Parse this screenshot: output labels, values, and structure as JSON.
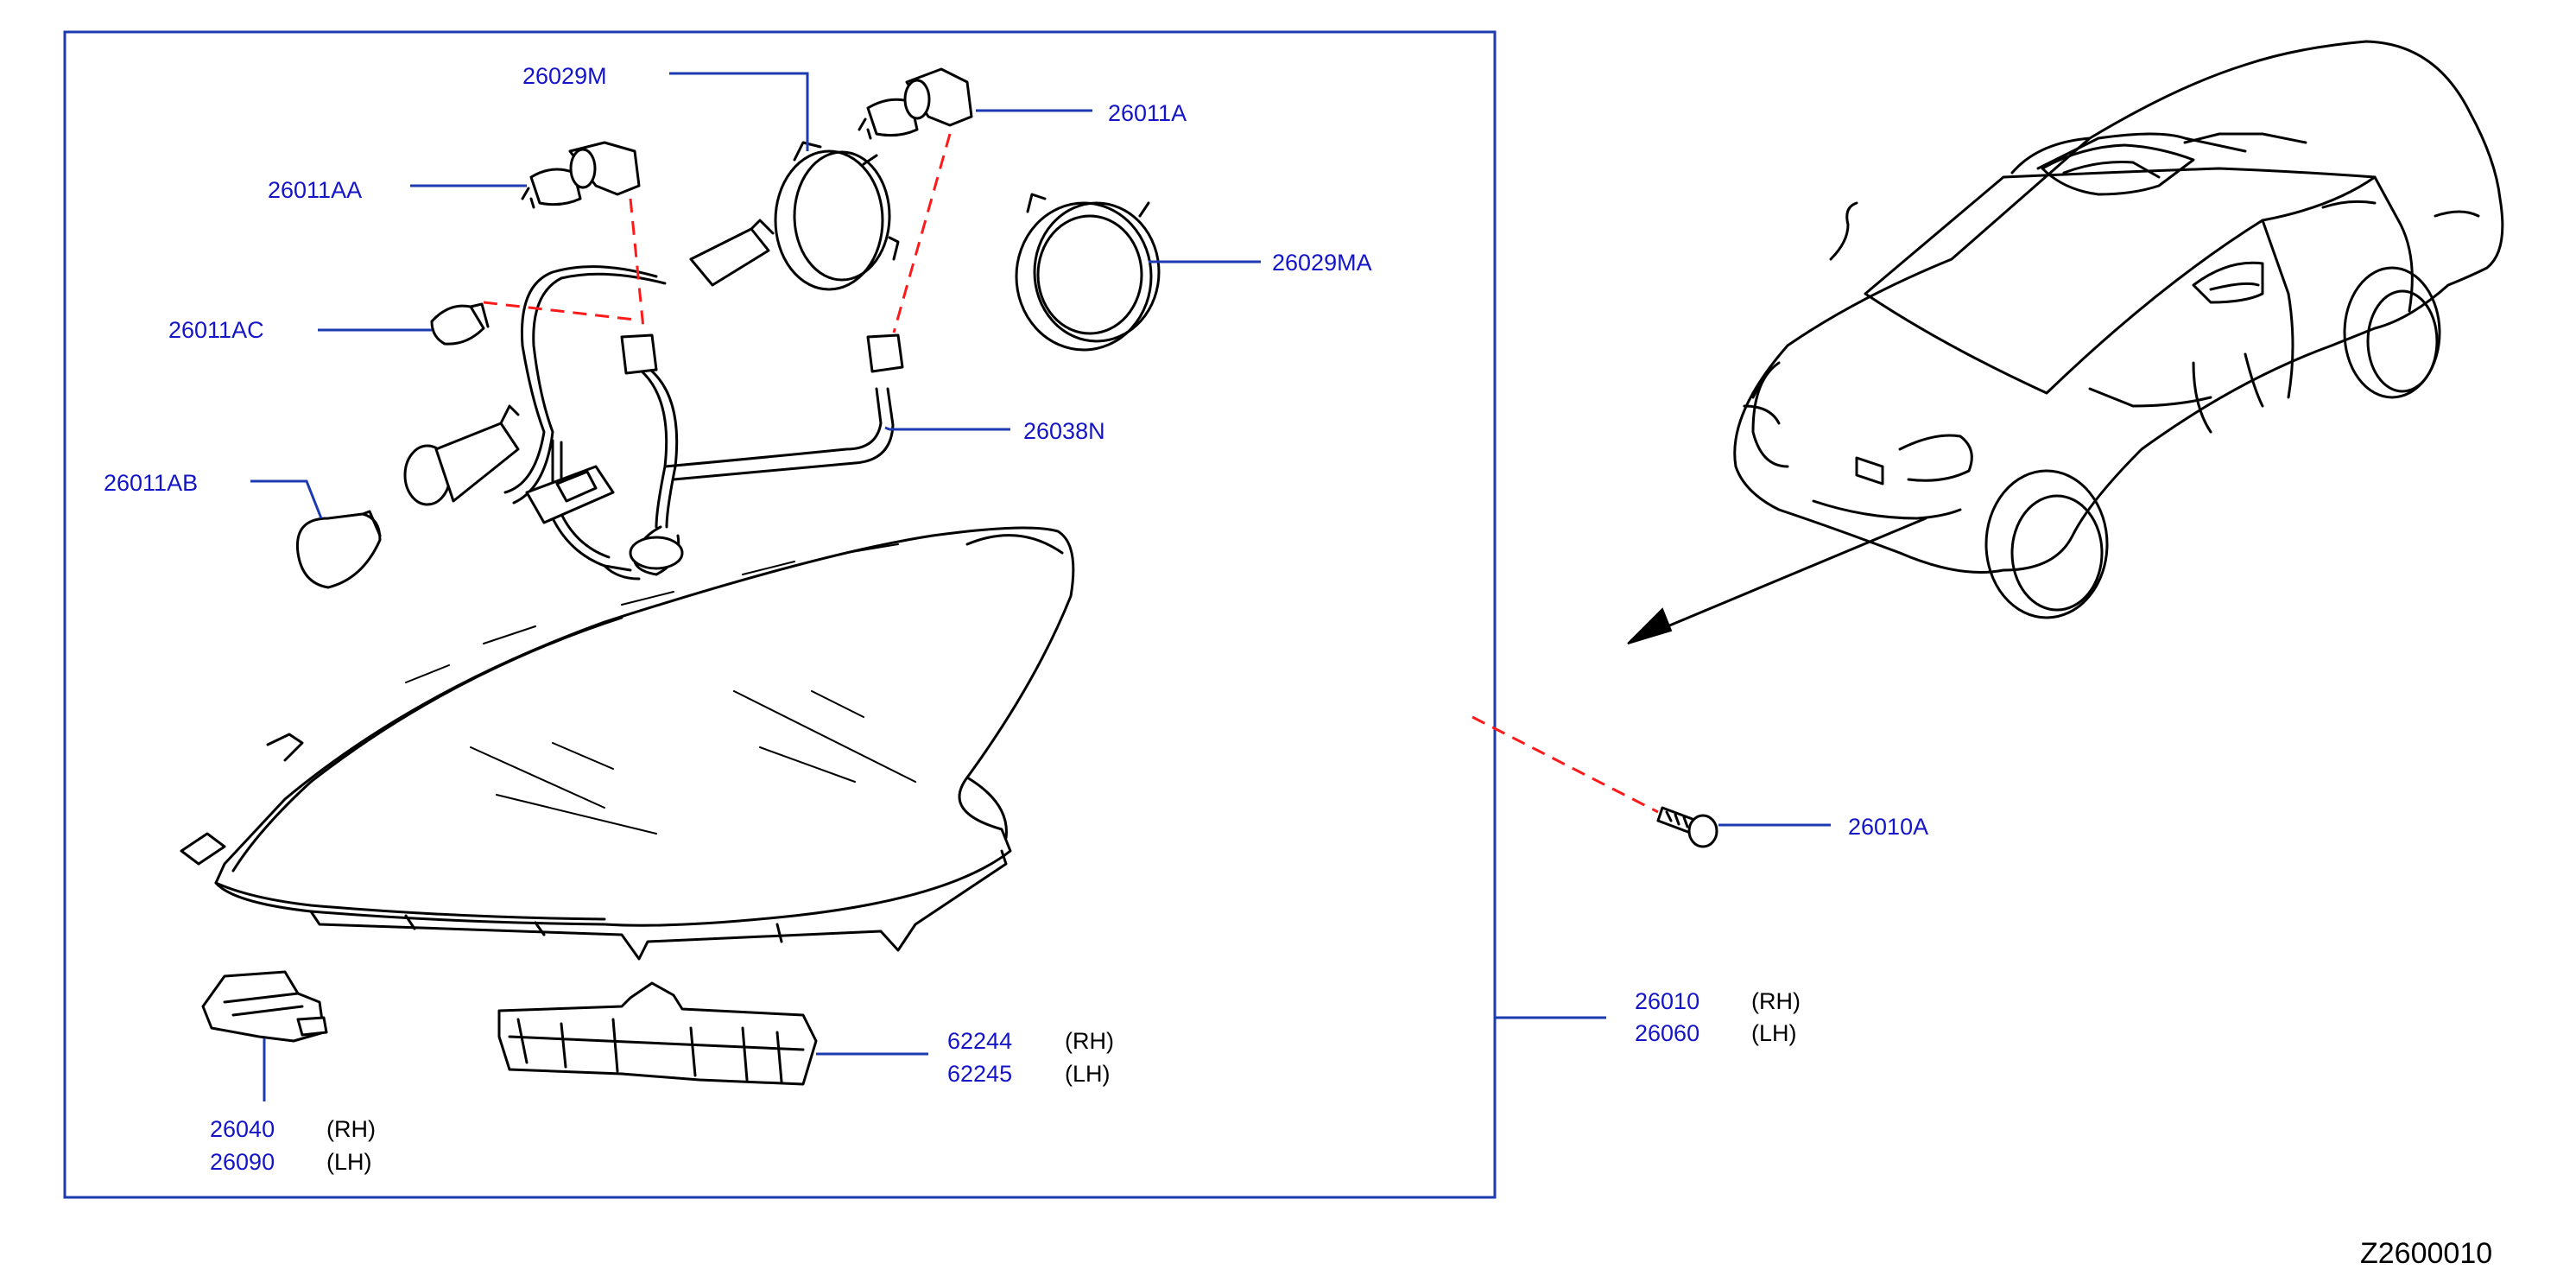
{
  "callouts": {
    "c26029M": "26029M",
    "c26011AA": "26011AA",
    "c26011A": "26011A",
    "c26029MA": "26029MA",
    "c26011AC": "26011AC",
    "c26038N": "26038N",
    "c26011AB": "26011AB",
    "c26010A": "26010A",
    "c26010": "26010",
    "c26060": "26060",
    "c62244": "62244",
    "c62245": "62245",
    "c26040": "26040",
    "c26090": "26090"
  },
  "sides": {
    "rh": "(RH)",
    "lh": "(LH)"
  },
  "figure_id": "Z2600010",
  "colors": {
    "callout_text": "#1414c8",
    "leader_line": "#1c3bb0",
    "dashed_connector": "#ff1a1a",
    "drawing_ink": "#000000"
  }
}
